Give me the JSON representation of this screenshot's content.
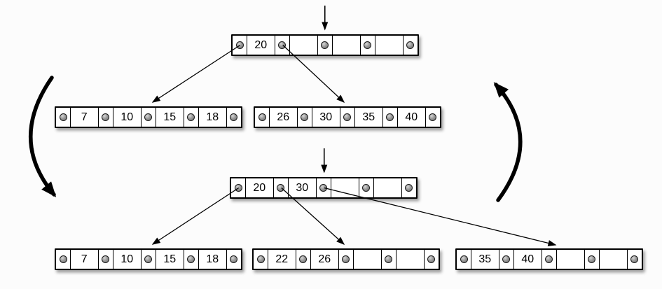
{
  "background": "#fcfcfc",
  "colors": {
    "node_fill": "#ffffff",
    "node_border": "#000000",
    "pointer_dot": "#8f8f8f",
    "arrow": "#000000"
  },
  "diagram": {
    "description": "B-tree node split shown as two states connected by cycle arrows",
    "states": [
      {
        "name": "before-split",
        "root": {
          "keys": [
            "20",
            "",
            "",
            ""
          ]
        },
        "leaves": [
          {
            "keys": [
              "7",
              "10",
              "15",
              "18"
            ]
          },
          {
            "keys": [
              "26",
              "30",
              "35",
              "40"
            ]
          }
        ]
      },
      {
        "name": "after-split",
        "root": {
          "keys": [
            "20",
            "30",
            "",
            ""
          ]
        },
        "leaves": [
          {
            "keys": [
              "7",
              "10",
              "15",
              "18"
            ]
          },
          {
            "keys": [
              "22",
              "26",
              "",
              ""
            ]
          },
          {
            "keys": [
              "35",
              "40",
              "",
              ""
            ]
          }
        ]
      }
    ]
  }
}
